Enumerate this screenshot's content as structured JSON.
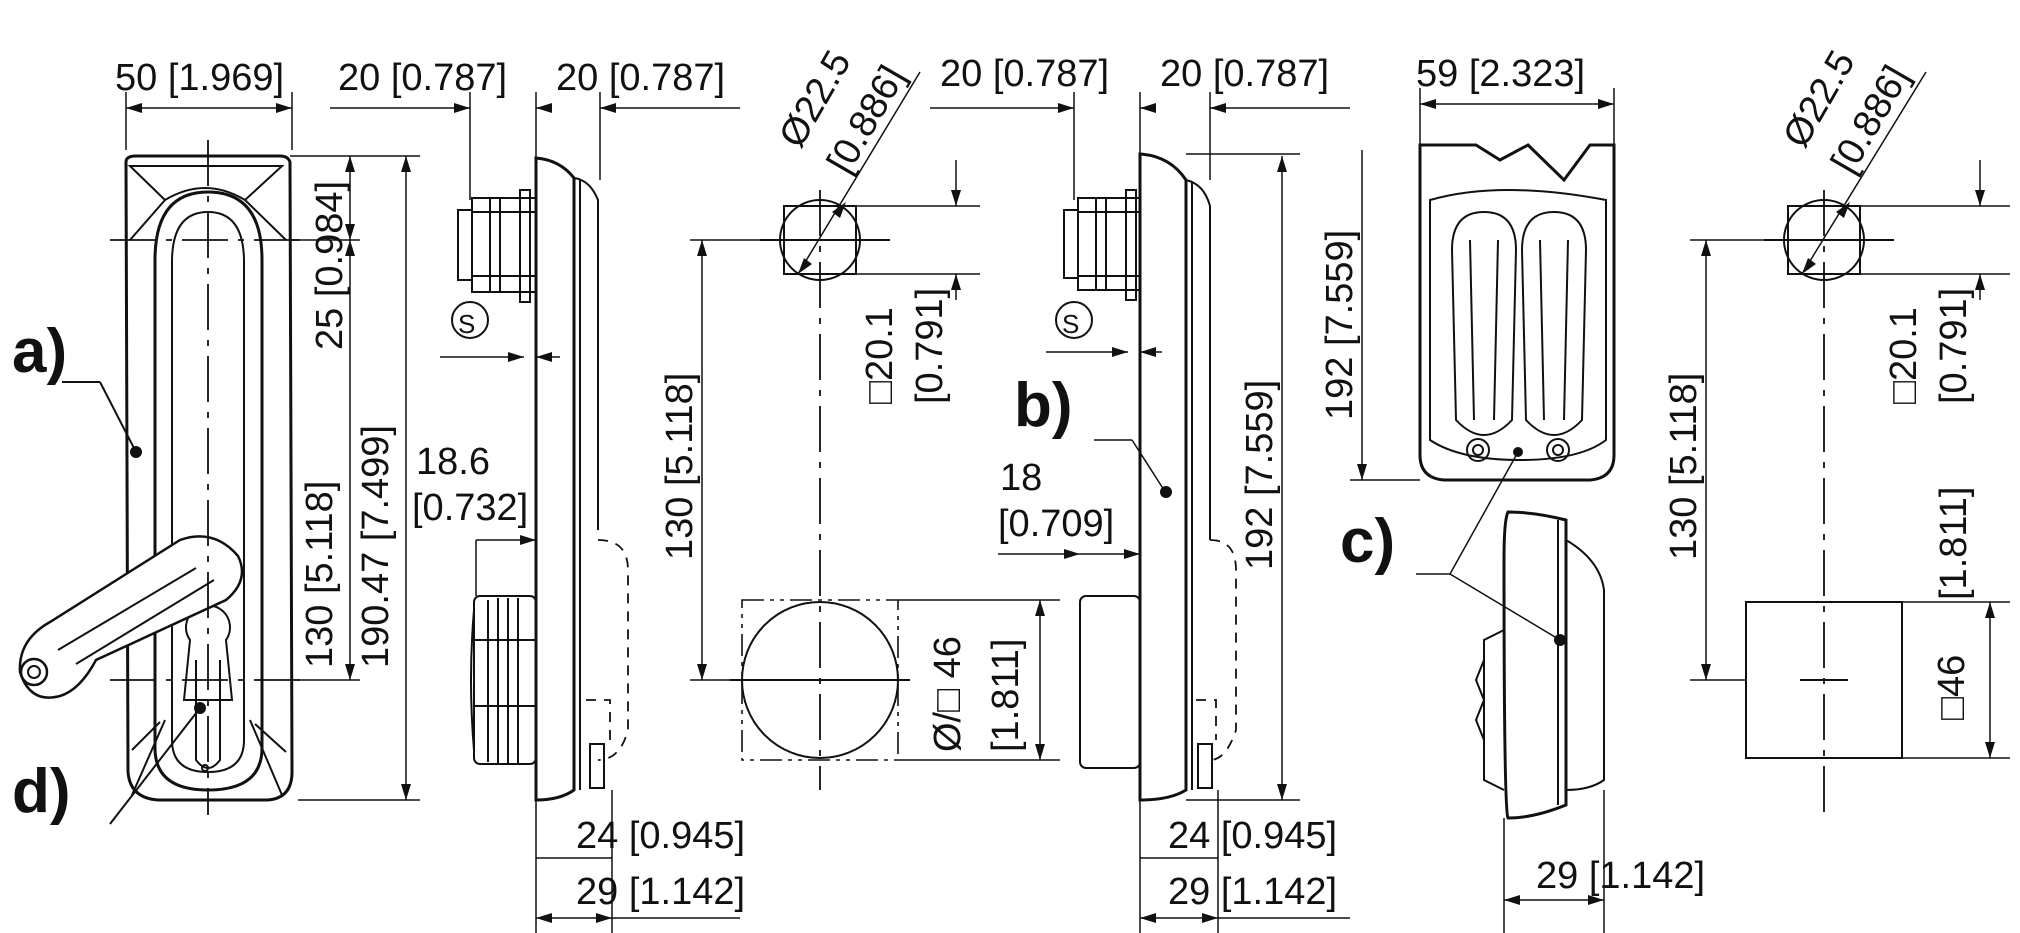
{
  "labels": {
    "a": "a)",
    "b": "b)",
    "c": "c)",
    "d": "d)"
  },
  "symbol_s": "S",
  "dims": {
    "w50": "50 [1.969]",
    "t20a": "20 [0.787]",
    "t20b": "20 [0.787]",
    "t20c": "20 [0.787]",
    "t20d": "20 [0.787]",
    "w59": "59 [2.323]",
    "d25": "25 [0.984]",
    "d130a": "130 [5.118]",
    "d190": "190.47 [7.499]",
    "d186_1": "18.6",
    "d186_2": "[0.732]",
    "d130b": "130 [5.118]",
    "dia22a_1": "Ø22.5",
    "dia22a_2": "[0.886]",
    "sq20a_1": "□20.1",
    "sq20a_2": "[0.791]",
    "dsq46_1": "Ø/□ 46",
    "dsq46_2": "[1.811]",
    "d18_1": "18",
    "d18_2": "[0.709]",
    "d192a": "192 [7.559]",
    "d192b": "192 [7.559]",
    "dia22b_1": "Ø22.5",
    "dia22b_2": "[0.886]",
    "sq20b_1": "□20.1",
    "sq20b_2": "[0.791]",
    "d130c": "130 [5.118]",
    "sq46_1": "□46",
    "sq46_2": "[1.811]",
    "d24a": "24 [0.945]",
    "d29a": "29 [1.142]",
    "d24b": "24 [0.945]",
    "d29b": "29 [1.142]",
    "d29c": "29 [1.142]"
  }
}
